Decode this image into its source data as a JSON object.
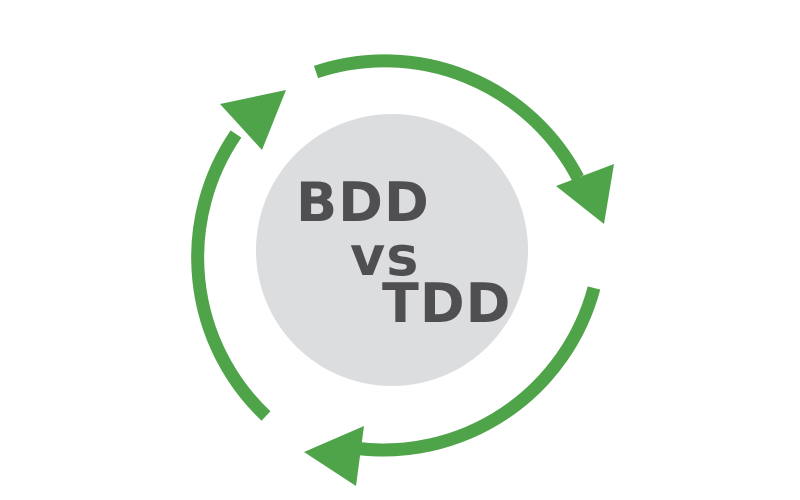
{
  "diagram": {
    "top_text": "BDD",
    "middle_text": "vs",
    "bottom_text": "TDD"
  },
  "colors": {
    "arrow": "#4fa44a",
    "circle": "#dcdddf",
    "text": "#4f4f51",
    "background": "#ffffff"
  }
}
